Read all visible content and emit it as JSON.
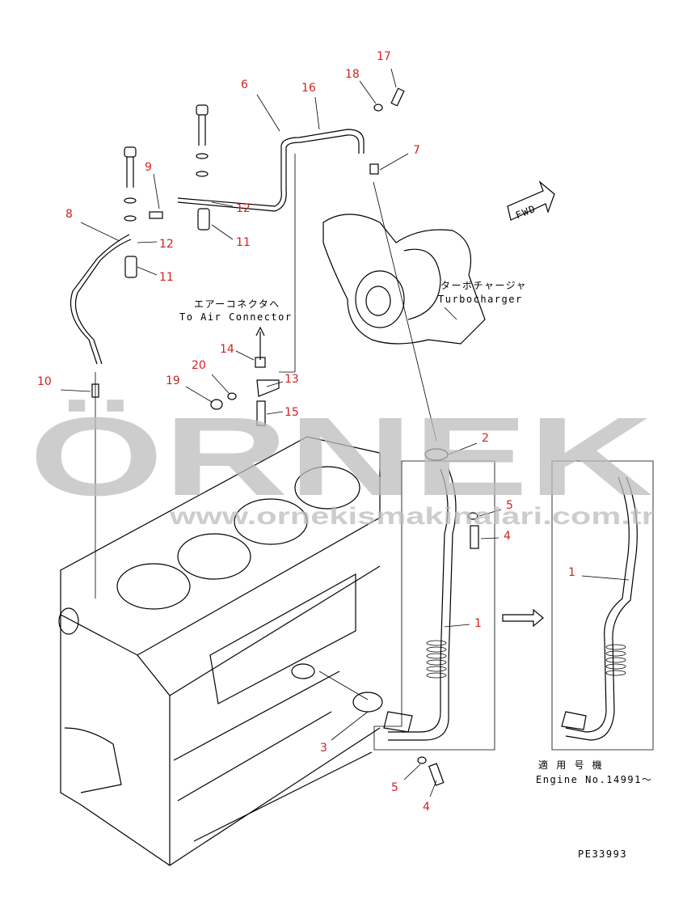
{
  "watermark": {
    "brand": "ÖRNEK",
    "url": "www.ornekismakinalari.com.tr"
  },
  "labels": {
    "air_connector_jp": "エアーコネクタへ",
    "air_connector_en": "To Air Connector",
    "turbo_jp": "ターボチャージャ",
    "turbo_en": "Turbocharger",
    "fwd": "FWD",
    "engine_jp": "適 用 号 機",
    "engine_no": "Engine No.14991～",
    "drawing_code": "PE33993"
  },
  "callouts": [
    "17",
    "18",
    "6",
    "16",
    "7",
    "9",
    "8",
    "12",
    "11",
    "12",
    "11",
    "14",
    "20",
    "13",
    "19",
    "15",
    "10",
    "2",
    "5",
    "4",
    "1",
    "1",
    "3",
    "5",
    "4"
  ],
  "colors": {
    "callout": "#d42020",
    "watermark": "#bdbdbd"
  }
}
